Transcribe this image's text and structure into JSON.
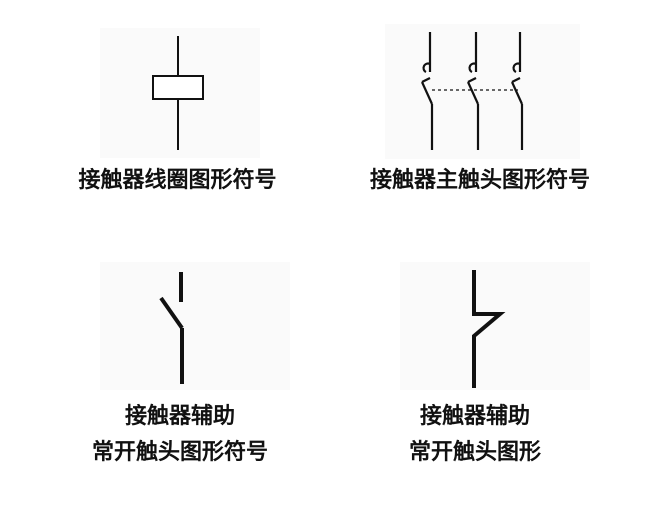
{
  "captions": {
    "coil": "接触器线圈图形符号",
    "main_contact": "接触器主触头图形符号",
    "aux_no_line1": "接触器辅助",
    "aux_no_line2": "常开触头图形符号",
    "aux_nc_line1": "接触器辅助",
    "aux_nc_line2": "常开触头图形"
  },
  "colors": {
    "stroke": "#111111",
    "text": "#111111",
    "background": "#ffffff"
  }
}
